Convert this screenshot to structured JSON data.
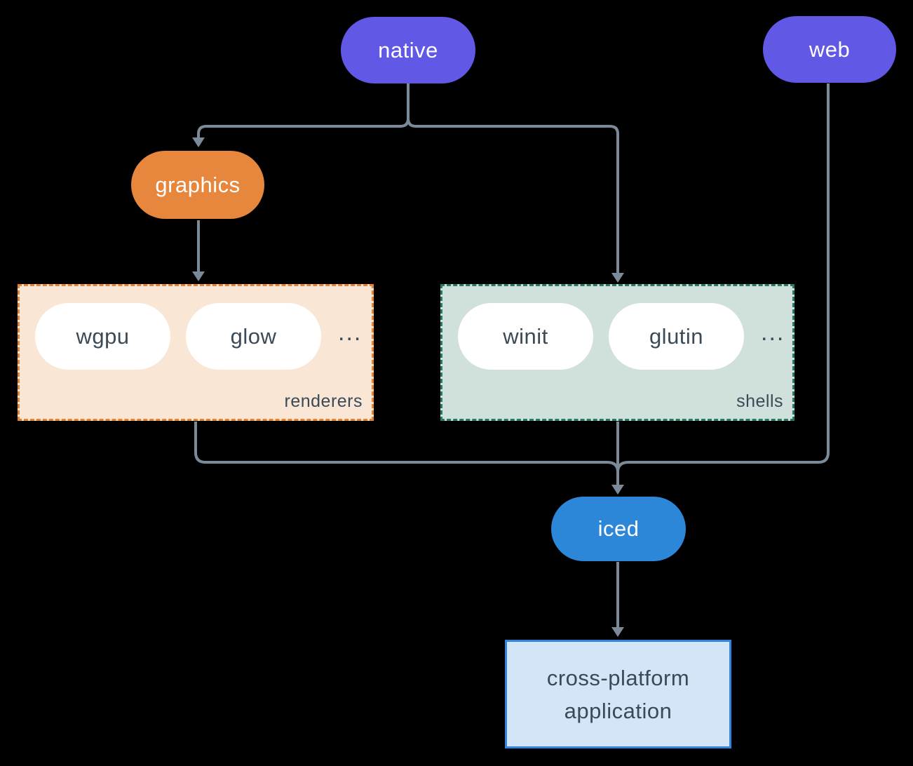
{
  "colors": {
    "bg": "#000000",
    "purple": "#6158e6",
    "orange": "#e7873d",
    "blue": "#2c87d8",
    "line": "#7b8a99",
    "ink": "#3b4a57",
    "peach-bg": "#fae6d5",
    "peach-border": "#e8822e",
    "green-bg": "#d0e0da",
    "green-border": "#27796a",
    "appbox-bg": "#d4e5f7",
    "appbox-border": "#3285de"
  },
  "nodes": {
    "native": {
      "label": "native"
    },
    "web": {
      "label": "web"
    },
    "graphics": {
      "label": "graphics"
    },
    "iced": {
      "label": "iced"
    },
    "application": {
      "line1": "cross-platform",
      "line2": "application"
    }
  },
  "groups": {
    "renderers": {
      "label": "renderers",
      "items": [
        "wgpu",
        "glow"
      ],
      "ellipsis": "..."
    },
    "shells": {
      "label": "shells",
      "items": [
        "winit",
        "glutin"
      ],
      "ellipsis": "..."
    }
  }
}
